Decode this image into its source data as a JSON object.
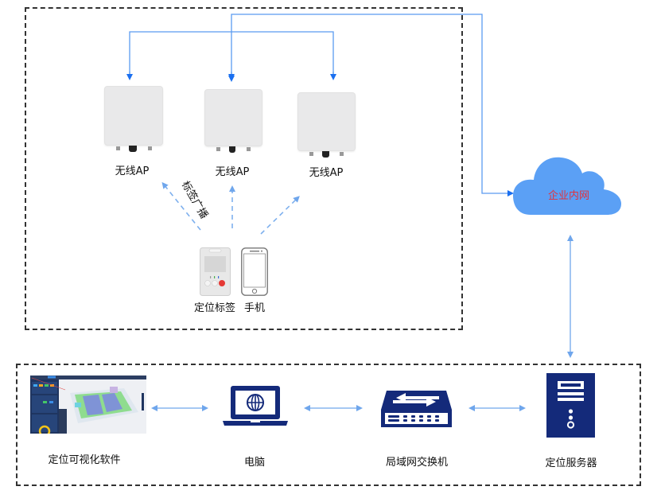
{
  "diagram": {
    "top_group": {
      "access_points": [
        {
          "label": "无线AP"
        },
        {
          "label": "无线AP"
        },
        {
          "label": "无线AP"
        }
      ],
      "broadcast_label": "标签广播",
      "devices": [
        {
          "label": "定位标签",
          "icon": "locator-tag-icon"
        },
        {
          "label": "手机",
          "icon": "smartphone-icon"
        }
      ]
    },
    "cloud": {
      "label": "企业内网",
      "icon": "cloud-icon"
    },
    "bottom_group": {
      "nodes": [
        {
          "label": "定位可视化软件",
          "icon": "software-screenshot"
        },
        {
          "label": "电脑",
          "icon": "laptop-icon"
        },
        {
          "label": "局域网交换机",
          "icon": "switch-icon"
        },
        {
          "label": "定位服务器",
          "icon": "server-icon"
        }
      ]
    },
    "colors": {
      "connector": "#5b9bf0",
      "arrow_head": "#1a6ff0",
      "cloud_fill": "#5ba0f5",
      "cloud_text": "#e3323c",
      "device_navy": "#142a7a",
      "dashed_border": "#333333"
    }
  }
}
